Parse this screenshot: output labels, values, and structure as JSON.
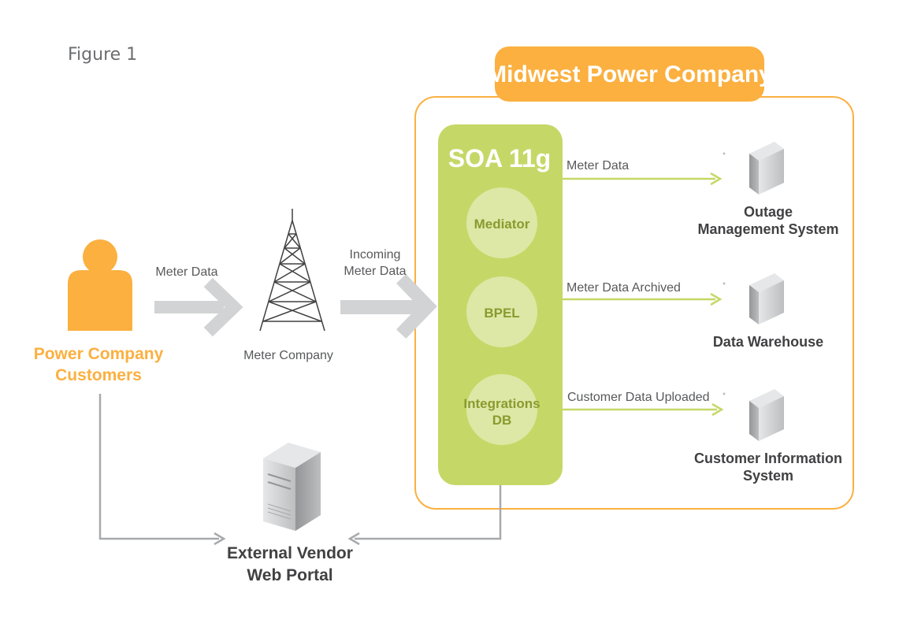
{
  "figure_label": "Figure 1",
  "company": {
    "title": "Midwest Power Company"
  },
  "soa": {
    "title": "SOA 11g",
    "components": [
      {
        "line1": "Mediator",
        "line2": ""
      },
      {
        "line1": "BPEL",
        "line2": ""
      },
      {
        "line1": "Integrations",
        "line2": "DB"
      }
    ]
  },
  "customers": {
    "line1": "Power Company",
    "line2": "Customers"
  },
  "meter_company": {
    "label": "Meter Company"
  },
  "vendor": {
    "line1": "External Vendor",
    "line2": "Web Portal"
  },
  "flows": {
    "customer_to_meter": "Meter Data",
    "meter_to_soa": {
      "line1": "Incoming",
      "line2": "Meter Data"
    },
    "to_outage": "Meter Data",
    "to_warehouse": "Meter Data Archived",
    "to_cis": "Customer Data Uploaded"
  },
  "systems": {
    "outage": {
      "line1": "Outage",
      "line2": "Management System"
    },
    "warehouse": {
      "line1": "Data Warehouse",
      "line2": ""
    },
    "cis": {
      "line1": "Customer Information",
      "line2": "System"
    }
  },
  "colors": {
    "orange": "#fbb040",
    "green": "#c5d867",
    "green_light": "#dde8a6",
    "gray_arrow": "#d1d3d4",
    "gray_line": "#a7a9ac",
    "server": "#bcbec0"
  }
}
